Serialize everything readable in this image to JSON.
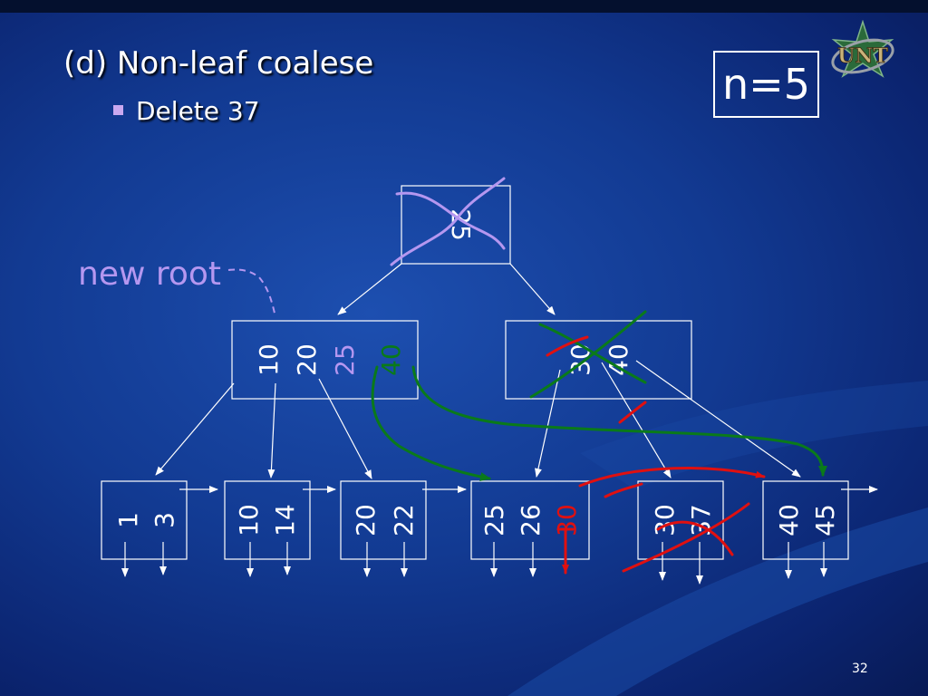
{
  "slide": {
    "title": "(d) Non-leaf coalese",
    "bullet": "Delete 37",
    "n_label": "n=5",
    "logo_text": "UNT",
    "new_root_label": "new root",
    "page_number": "32"
  },
  "tree": {
    "root": {
      "keys": [
        "25"
      ],
      "crossed": true
    },
    "internal_left": {
      "keys": [
        "10",
        "20",
        "25",
        "40"
      ]
    },
    "internal_right": {
      "keys": [
        "30",
        "40"
      ],
      "crossed": true
    },
    "leaves": [
      {
        "keys": [
          "1",
          "3"
        ]
      },
      {
        "keys": [
          "10",
          "14"
        ]
      },
      {
        "keys": [
          "20",
          "22"
        ]
      },
      {
        "keys": [
          "25",
          "26",
          "30"
        ]
      },
      {
        "keys": [
          "30",
          "37"
        ],
        "crossed": true
      },
      {
        "keys": [
          "40",
          "45"
        ]
      }
    ]
  },
  "colors": {
    "background": "#123a92",
    "purple_annotation": "#b597f0",
    "green_annotation": "#0a7a1a",
    "red_annotation": "#e01010",
    "node_border": "#ffffff"
  }
}
